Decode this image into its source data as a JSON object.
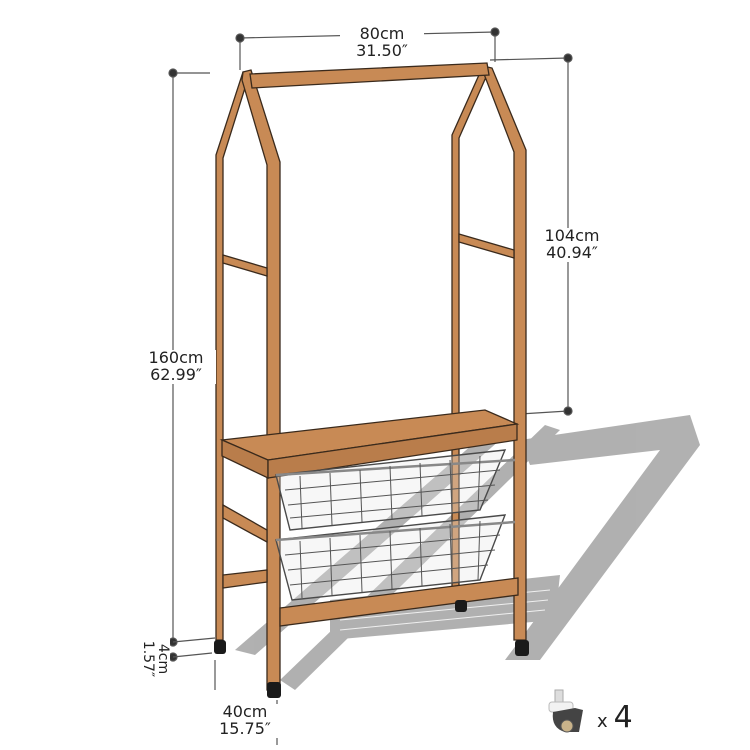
{
  "product": "Wooden clothes rack with two wire baskets and casters",
  "colors": {
    "wood": "#c88a55",
    "wood_dark": "#a06a3c",
    "outline": "#3a2a1c",
    "shadow": "#9a9a9a",
    "basket": "#4a4a4a",
    "dimension_line": "#555555"
  },
  "dimensions": {
    "width": {
      "cm": "80cm",
      "inch": "31.50″"
    },
    "height_total": {
      "cm": "160cm",
      "inch": "62.99″"
    },
    "height_upper": {
      "cm": "104cm",
      "inch": "40.94″"
    },
    "depth": {
      "cm": "40cm",
      "inch": "15.75″"
    },
    "caster_height": {
      "cm": "4cm",
      "inch": "1.57″"
    }
  },
  "accessory": {
    "icon": "caster-wheel-icon",
    "multiplier_symbol": "x",
    "quantity": "4"
  }
}
